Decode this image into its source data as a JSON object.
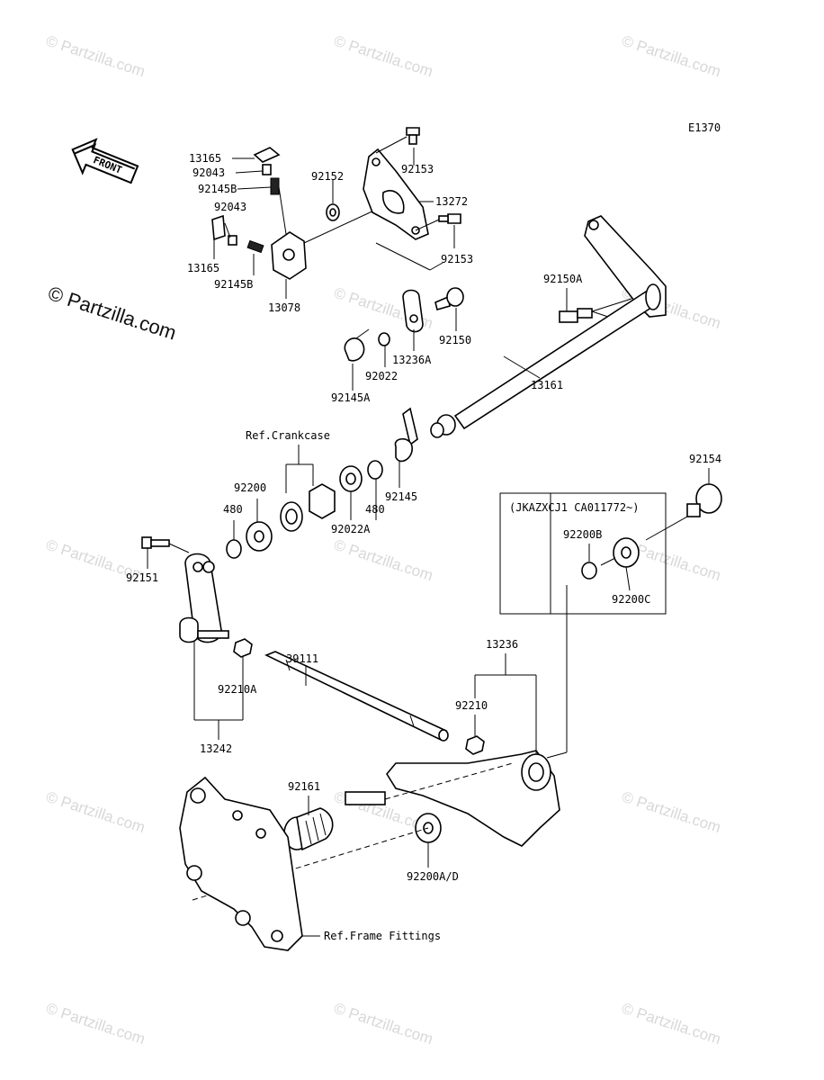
{
  "diagram_code": "E1370",
  "front_label": "FRONT",
  "variant_note": "(JKAZXCJ1 CA011772~)",
  "watermark": "© Partzilla.com",
  "references": {
    "crankcase": "Ref.Crankcase",
    "frame": "Ref.Frame Fittings"
  },
  "parts": {
    "p13165a": "13165",
    "p92043a": "92043",
    "p92145Ba": "92145B",
    "p92043b": "92043",
    "p13165b": "13165",
    "p92145Bb": "92145B",
    "p13078": "13078",
    "p92152": "92152",
    "p92153a": "92153",
    "p13272": "13272",
    "p92153b": "92153",
    "p92150A": "92150A",
    "p92150": "92150",
    "p13236A": "13236A",
    "p92022": "92022",
    "p92145A": "92145A",
    "p13161": "13161",
    "p92200": "92200",
    "p480a": "480",
    "p92022A": "92022A",
    "p480b": "480",
    "p92145": "92145",
    "p92154": "92154",
    "p92200B": "92200B",
    "p92200C": "92200C",
    "p92151": "92151",
    "p13236": "13236",
    "p39111": "39111",
    "p92210A": "92210A",
    "p92210": "92210",
    "p13242": "13242",
    "p92161": "92161",
    "p92200AD": "92200A/D"
  }
}
